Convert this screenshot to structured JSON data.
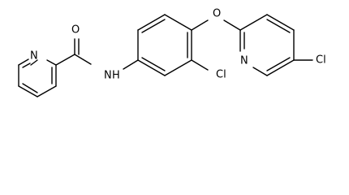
{
  "diagram": {
    "type": "chemical-structure",
    "atom_labels": {
      "oxygen_carbonyl": "O",
      "nitrogen_pyridine_left": "N",
      "nitrogen_amide": "N",
      "hydrogen_amide": "H",
      "oxygen_ether": "O",
      "chlorine_ring": "Cl",
      "nitrogen_pyridine_right": "N",
      "chlorine_pyridine": "Cl"
    }
  }
}
